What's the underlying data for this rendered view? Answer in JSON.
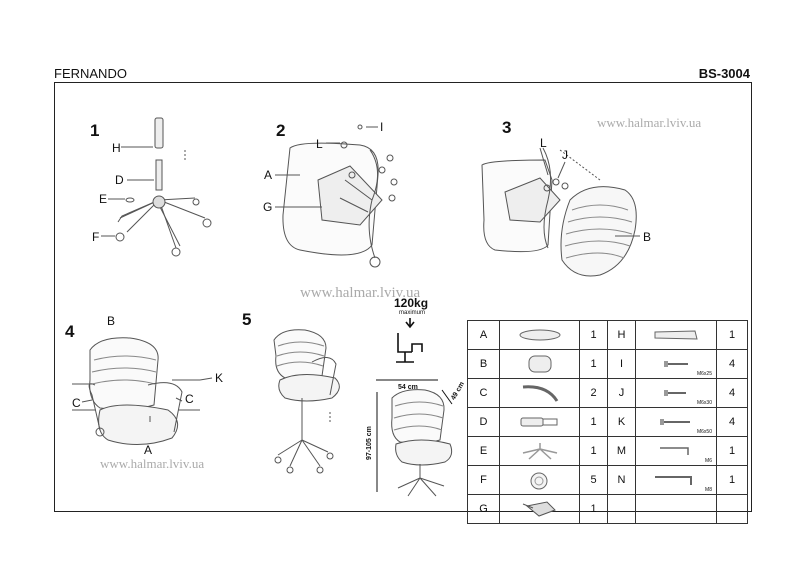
{
  "header": {
    "model": "FERNANDO",
    "code": "BS-3004"
  },
  "steps": [
    "1",
    "2",
    "3",
    "4",
    "5"
  ],
  "callouts": {
    "s1": [
      "H",
      "D",
      "E",
      "F"
    ],
    "s2": [
      "L",
      "I",
      "A",
      "G"
    ],
    "s3": [
      "L",
      "J",
      "B"
    ],
    "s4": [
      "B",
      "K",
      "C",
      "C",
      "A"
    ]
  },
  "watermarks": [
    "www.halmar.lviv.ua",
    "www.halmar.lviv.ua",
    "www.halmar.lviv.ua"
  ],
  "max_load": {
    "value": "120kg",
    "label": "maximum"
  },
  "dimensions": {
    "width": "54 cm",
    "depth": "49 cm",
    "height": "97-105 cm"
  },
  "parts": [
    {
      "l1": "A",
      "q1": "1",
      "l2": "H",
      "q2": "1",
      "s2": ""
    },
    {
      "l1": "B",
      "q1": "1",
      "l2": "I",
      "q2": "4",
      "s2": "M6x25"
    },
    {
      "l1": "C",
      "q1": "2",
      "l2": "J",
      "q2": "4",
      "s2": "M6x30"
    },
    {
      "l1": "D",
      "q1": "1",
      "l2": "K",
      "q2": "4",
      "s2": "M6x50"
    },
    {
      "l1": "E",
      "q1": "1",
      "l2": "M",
      "q2": "1",
      "s2": "M6"
    },
    {
      "l1": "F",
      "q1": "5",
      "l2": "N",
      "q2": "1",
      "s2": "M8"
    },
    {
      "l1": "G",
      "q1": "1",
      "l2": "",
      "q2": "",
      "s2": ""
    }
  ]
}
